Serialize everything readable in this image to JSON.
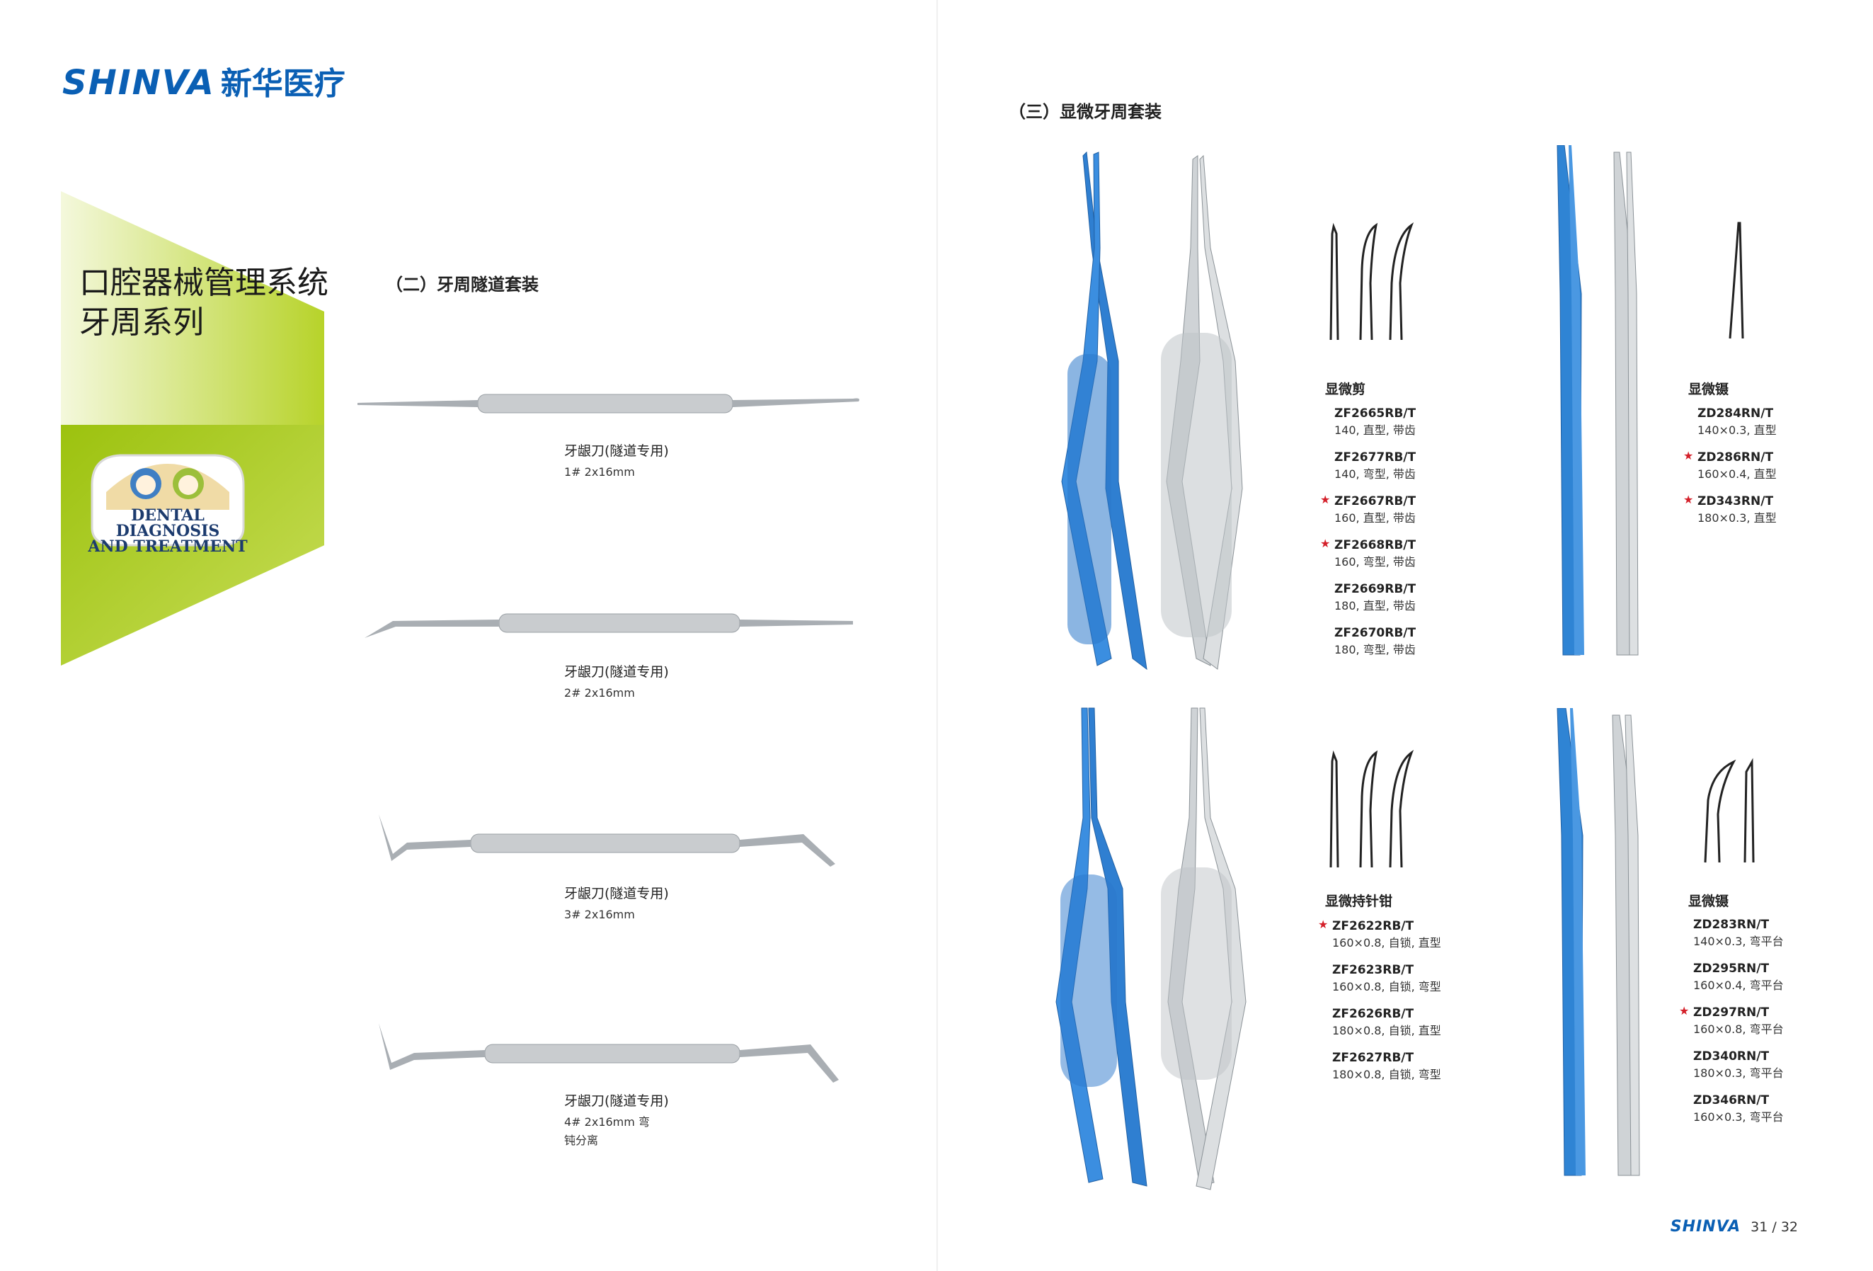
{
  "brand": {
    "en": "SHINVA",
    "cn": "新华医疗"
  },
  "banner": {
    "line1": "口腔器械管理系统",
    "line2": "牙周系列",
    "badge_line1": "DENTAL DIAGNOSIS",
    "badge_line2": "AND TREATMENT",
    "colors": {
      "lime": "#a8c814",
      "pale": "#f3f7d8",
      "accent_blue": "#0a5fb4"
    }
  },
  "left_section": {
    "title": "（二）牙周隧道套装",
    "items": [
      {
        "name": "牙龈刀(隧道专用)",
        "spec": "1# 2x16mm",
        "spec2": ""
      },
      {
        "name": "牙龈刀(隧道专用)",
        "spec": "2# 2x16mm",
        "spec2": ""
      },
      {
        "name": "牙龈刀(隧道专用)",
        "spec": "3# 2x16mm",
        "spec2": ""
      },
      {
        "name": "牙龈刀(隧道专用)",
        "spec": "4# 2x16mm 弯",
        "spec2": "钝分离"
      }
    ]
  },
  "right_section": {
    "title": "（三）显微牙周套装",
    "groups": [
      {
        "name": "显微剪",
        "items": [
          {
            "code": "ZF2665RB/T",
            "desc": "140, 直型, 带齿",
            "star": false
          },
          {
            "code": "ZF2677RB/T",
            "desc": "140, 弯型, 带齿",
            "star": false
          },
          {
            "code": "ZF2667RB/T",
            "desc": "160, 直型, 带齿",
            "star": true
          },
          {
            "code": "ZF2668RB/T",
            "desc": "160, 弯型, 带齿",
            "star": true
          },
          {
            "code": "ZF2669RB/T",
            "desc": "180, 直型, 带齿",
            "star": false
          },
          {
            "code": "ZF2670RB/T",
            "desc": "180, 弯型, 带齿",
            "star": false
          }
        ]
      },
      {
        "name": "显微镊",
        "items": [
          {
            "code": "ZD284RN/T",
            "desc": "140×0.3, 直型",
            "star": false
          },
          {
            "code": "ZD286RN/T",
            "desc": "160×0.4, 直型",
            "star": true
          },
          {
            "code": "ZD343RN/T",
            "desc": "180×0.3, 直型",
            "star": true
          }
        ]
      },
      {
        "name": "显微持针钳",
        "items": [
          {
            "code": "ZF2622RB/T",
            "desc": "160×0.8, 自锁, 直型",
            "star": true
          },
          {
            "code": "ZF2623RB/T",
            "desc": "160×0.8, 自锁, 弯型",
            "star": false
          },
          {
            "code": "ZF2626RB/T",
            "desc": "180×0.8, 自锁, 直型",
            "star": false
          },
          {
            "code": "ZF2627RB/T",
            "desc": "180×0.8, 自锁, 弯型",
            "star": false
          }
        ]
      },
      {
        "name": "显微镊",
        "items": [
          {
            "code": "ZD283RN/T",
            "desc": "140×0.3, 弯平台",
            "star": false
          },
          {
            "code": "ZD295RN/T",
            "desc": "160×0.4, 弯平台",
            "star": false
          },
          {
            "code": "ZD297RN/T",
            "desc": "160×0.8, 弯平台",
            "star": true
          },
          {
            "code": "ZD340RN/T",
            "desc": "180×0.3, 弯平台",
            "star": false
          },
          {
            "code": "ZD346RN/T",
            "desc": "160×0.3, 弯平台",
            "star": false
          }
        ]
      }
    ]
  },
  "footer": {
    "logo": "SHINVA",
    "page": "31 / 32"
  },
  "icons": [
    "gingival-knife-image",
    "micro-scissors-image",
    "micro-forceps-image",
    "needle-holder-image",
    "tip-profile-icon",
    "star-icon"
  ]
}
